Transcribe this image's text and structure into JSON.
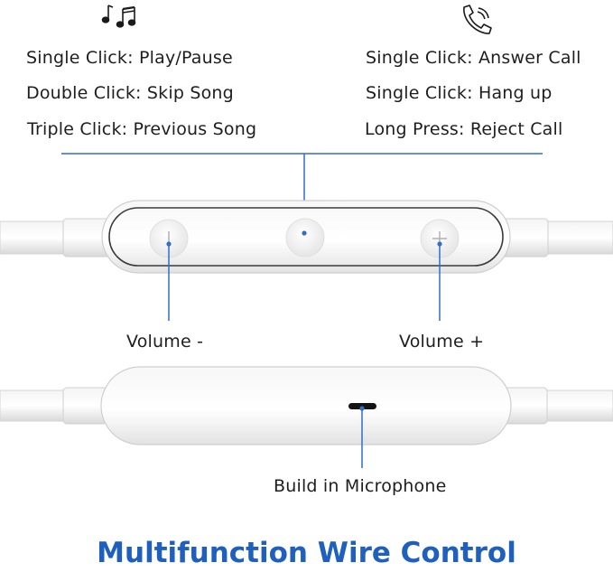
{
  "music_icon": "music-notes-icon",
  "phone_icon": "phone-icon",
  "music_controls": [
    "Single Click: Play/Pause",
    "Double Click: Skip Song",
    "Triple Click: Previous Song"
  ],
  "call_controls": [
    "Single Click: Answer Call",
    "Single Click: Hang up",
    "Long Press: Reject Call"
  ],
  "volume_minus_label": "Volume -",
  "volume_plus_label": "Volume +",
  "microphone_label": "Build in Microphone",
  "title": "Multifunction Wire Control",
  "colors": {
    "accent": "#1f5fbd",
    "callout_line": "#2f6fc7",
    "text": "#1e1e1e"
  }
}
